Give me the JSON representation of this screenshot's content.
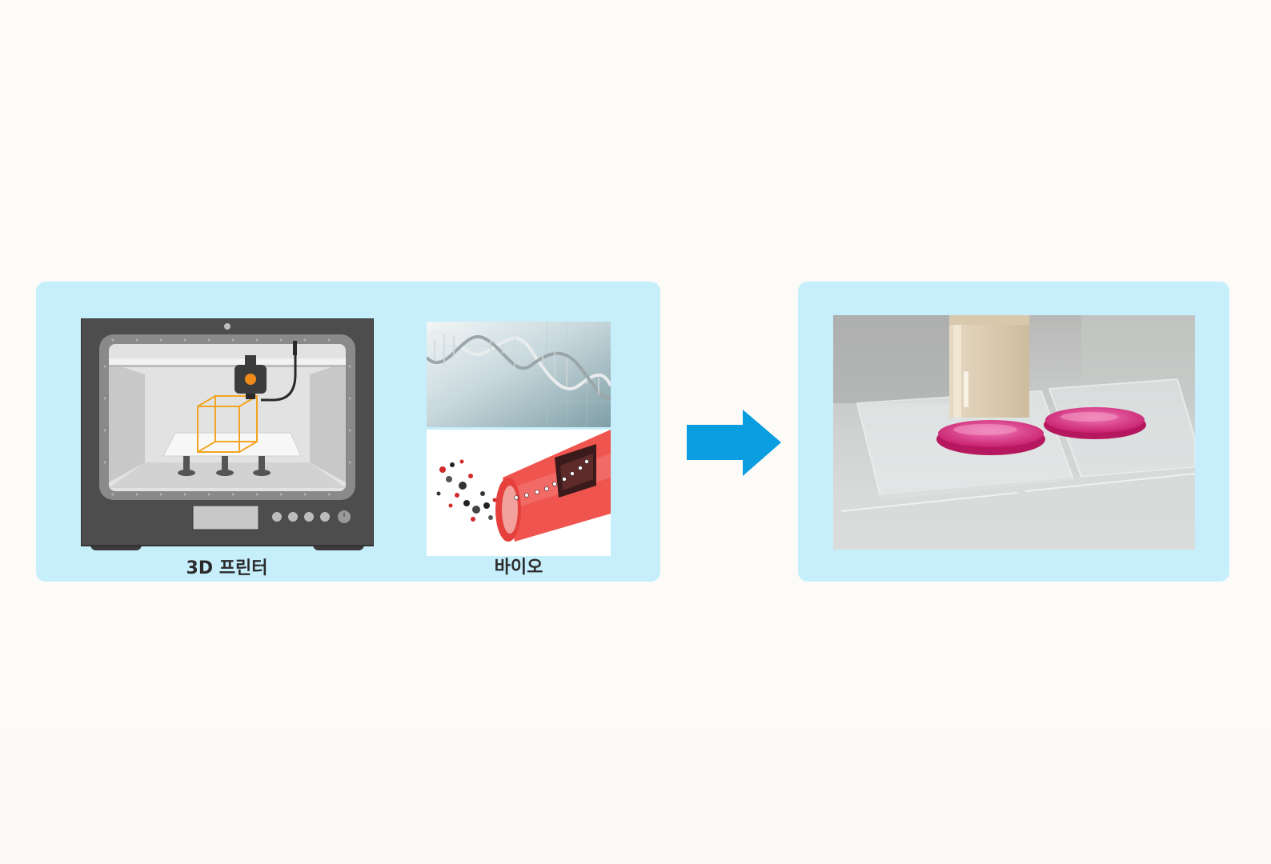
{
  "labels": {
    "printer": "3D 프린터",
    "bio": "바이오"
  },
  "icons": {
    "printer": "3d-printer-illustration",
    "dna": "dna-helix-photo",
    "vessel": "blood-vessel-illustration",
    "arrow": "right-arrow-icon",
    "bioprint": "bioprinting-photo"
  },
  "colors": {
    "panel": "#c6effb",
    "arrow": "#0a9ee0",
    "frame": "#4d4d4d",
    "print_cube": "#f3a420",
    "bioink": "#e0358a",
    "vessel": "#f0544f"
  }
}
